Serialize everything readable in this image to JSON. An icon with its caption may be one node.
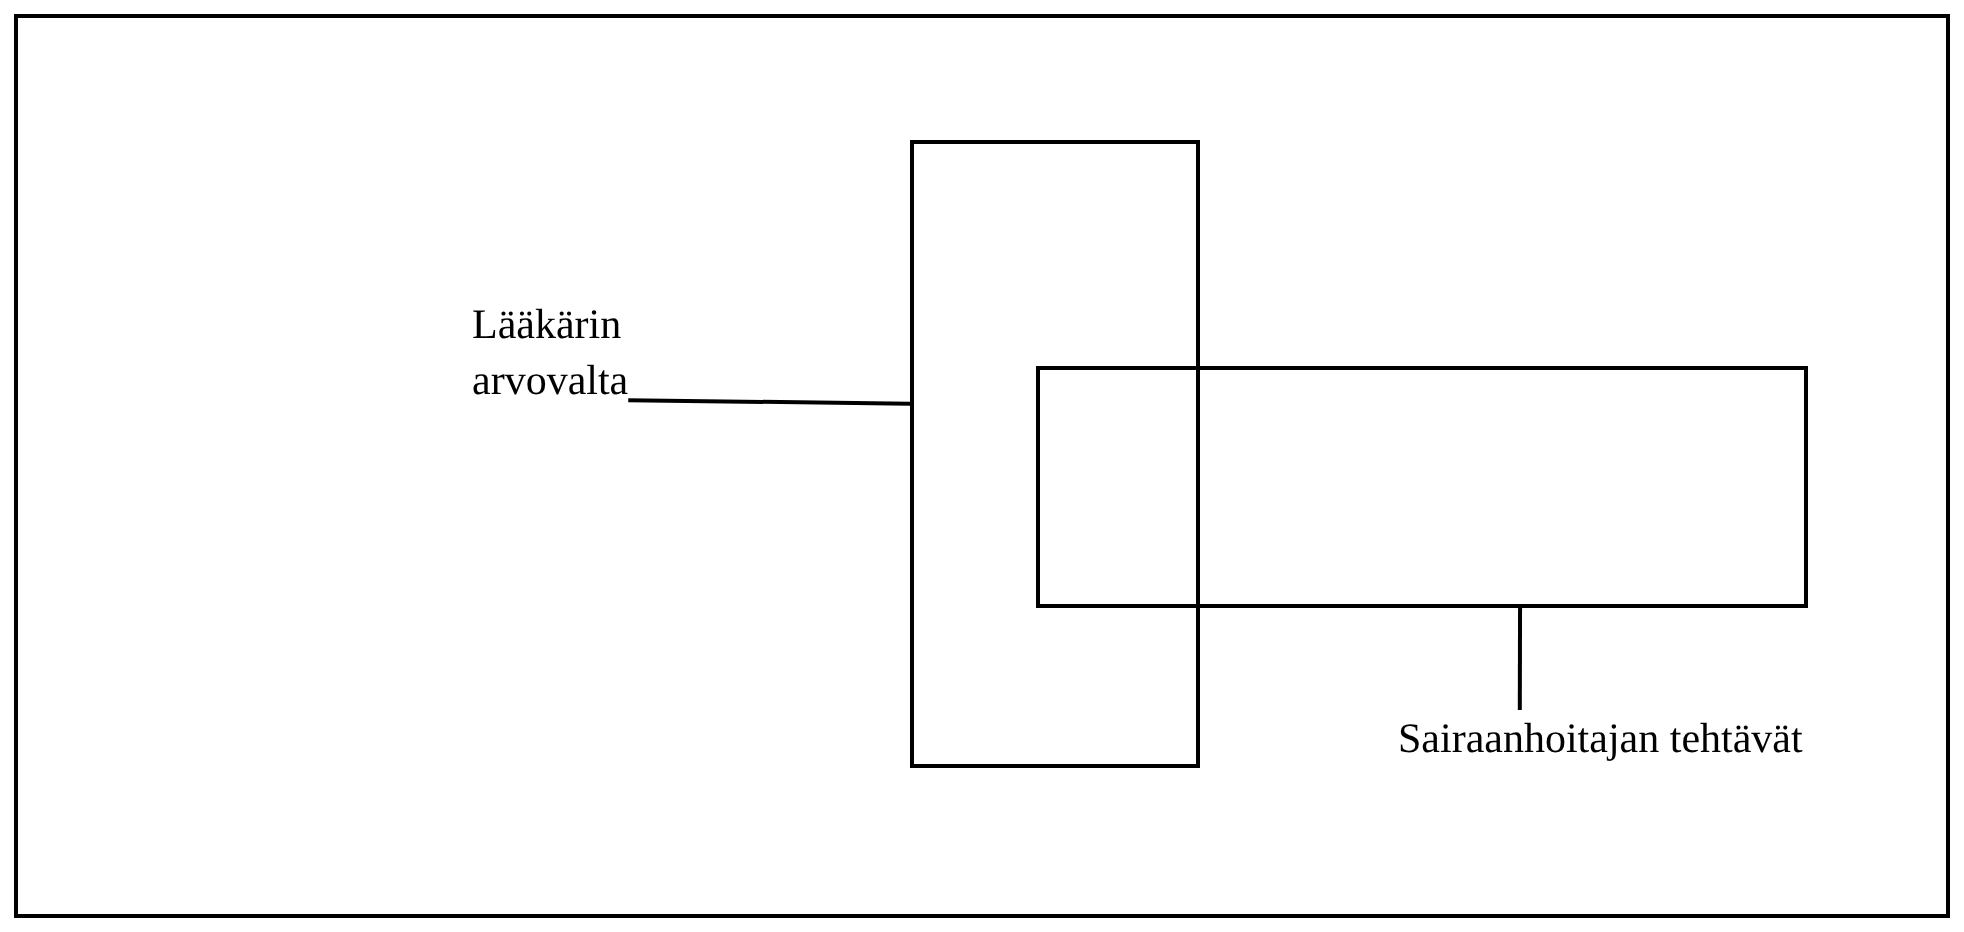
{
  "diagram": {
    "nodes": [
      {
        "text": [
          "Lääkärin arvovalta"
        ]
      },
      {
        "text": [],
        "shape": "box"
      },
      {
        "text": [],
        "shape": "box"
      },
      {
        "text": [
          "Sairaanhoitajan tehtävät"
        ]
      }
    ],
    "edges": [
      {
        "from": 0,
        "to": 1,
        "arrow": "none"
      },
      {
        "from": 3,
        "to": 2,
        "arrow": "none"
      }
    ]
  }
}
